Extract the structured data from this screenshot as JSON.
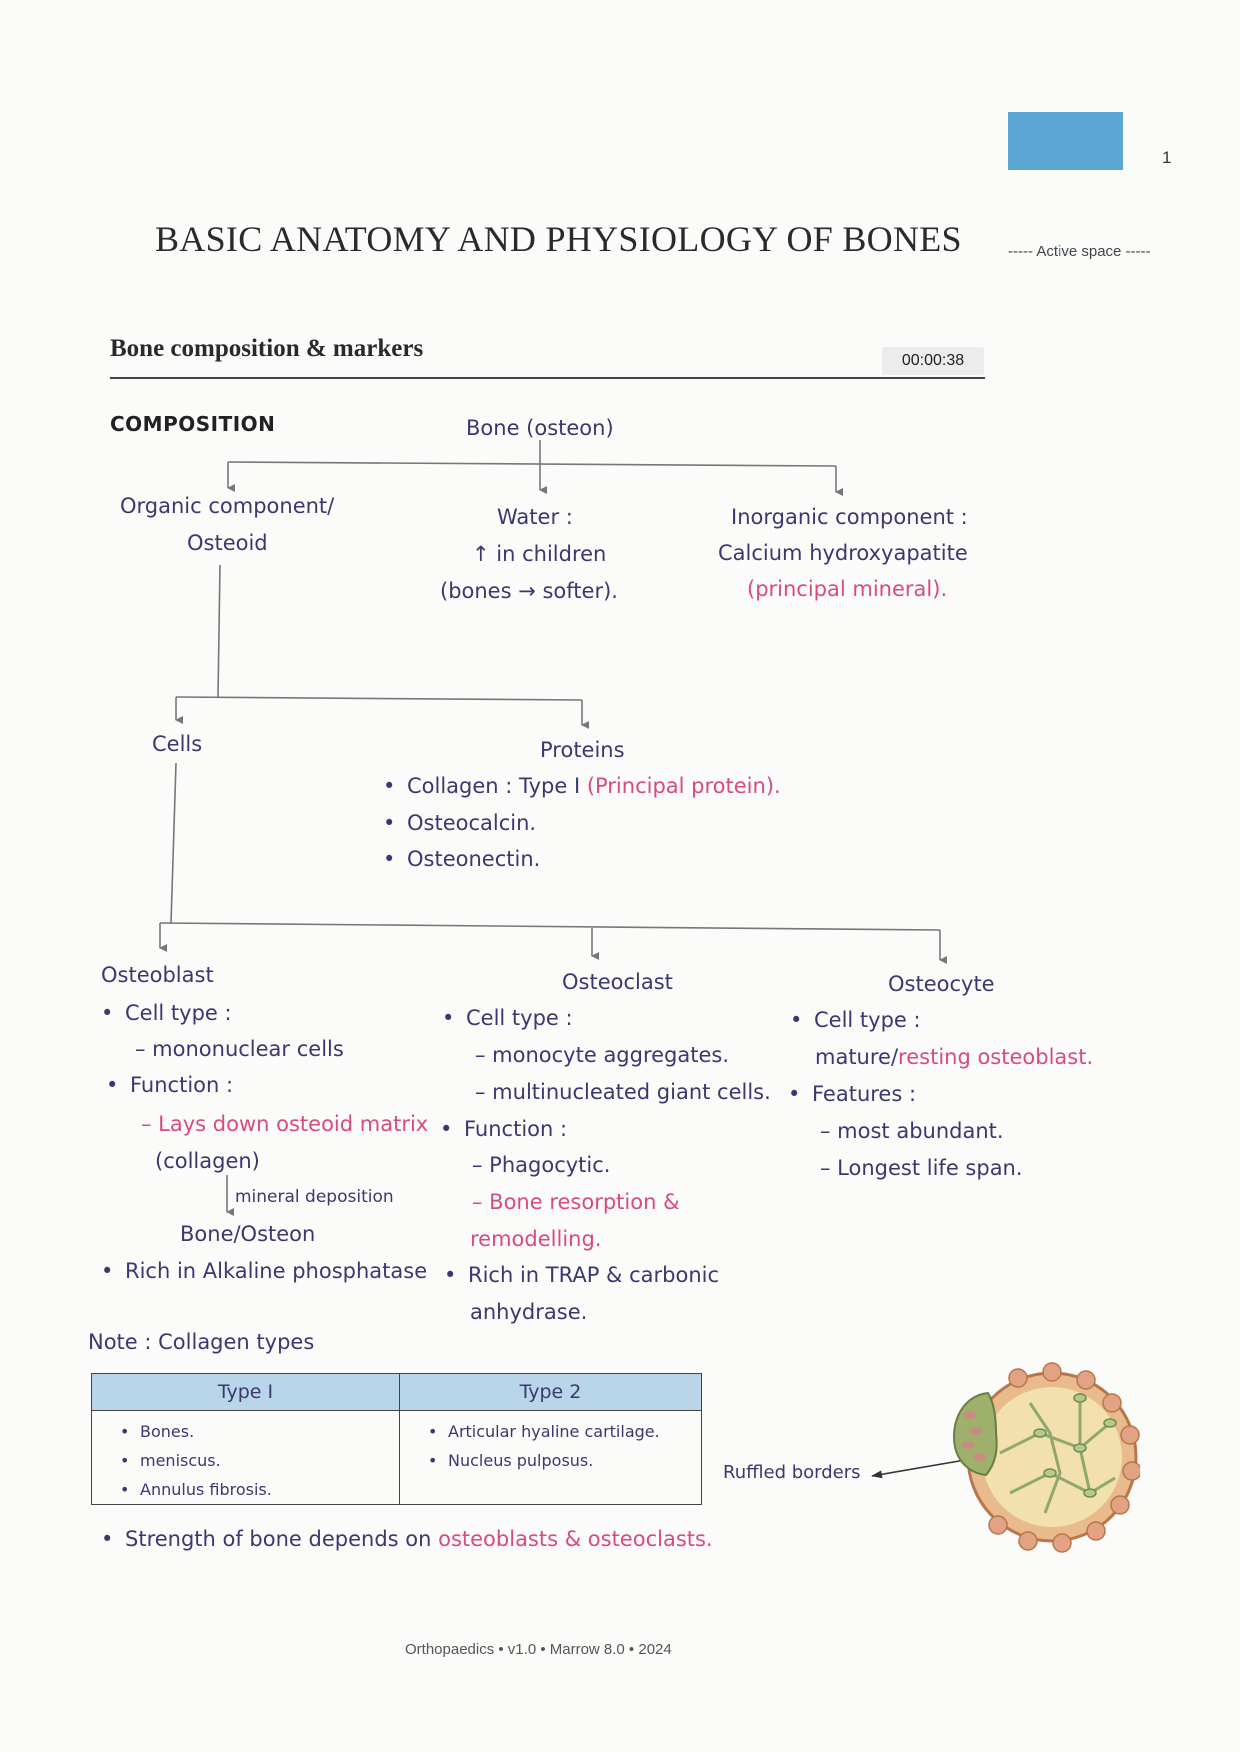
{
  "page_number": "1",
  "title": "BASIC ANATOMY AND PHYSIOLOGY OF BONES",
  "active_space": {
    "prefix": "----- Act",
    "i": "i",
    "suffix": "ve space -----"
  },
  "section": {
    "heading": "Bone composition & markers",
    "timestamp": "00:00:38"
  },
  "composition": {
    "label": "COMPOSITION",
    "root": "Bone (osteon)",
    "organic": {
      "line1": "Organic component/",
      "line2": "Osteoid"
    },
    "water": {
      "line1": "Water :",
      "line2": "↑ in children",
      "line3": "(bones → softer)."
    },
    "inorganic": {
      "line1": "Inorganic component :",
      "line2": "Calcium hydroxyapatite",
      "line3": "(principal mineral)."
    }
  },
  "cells_label": "Cells",
  "proteins": {
    "label": "Proteins",
    "items": [
      {
        "text": "Collagen : Type I ",
        "highlight": "(Principal protein)."
      },
      {
        "text": "Osteocalcin.",
        "highlight": ""
      },
      {
        "text": "Osteonectin.",
        "highlight": ""
      }
    ]
  },
  "osteoblast": {
    "title": "Osteoblast",
    "cell_type": "Cell type :",
    "cell_type_value": "– mononuclear cells",
    "function": "Function :",
    "function_value": "– Lays down osteoid matrix",
    "collagen": "(collagen)",
    "arrow_label": "mineral deposition",
    "result": "Bone/Osteon",
    "rich": "Rich in Alkaline phosphatase"
  },
  "osteoclast": {
    "title": "Osteoclast",
    "cell_type": "Cell type :",
    "cell_type_1": "– monocyte aggregates.",
    "cell_type_2": "– multinucleated giant cells.",
    "function": "Function :",
    "function_1": "– Phagocytic.",
    "function_2": "– Bone resorption &",
    "function_2b": "remodelling.",
    "rich": "Rich in TRAP & carbonic",
    "rich_b": "anhydrase."
  },
  "osteocyte": {
    "title": "Osteocyte",
    "cell_type": "Cell type :",
    "cell_type_value_a": "mature/",
    "cell_type_value_b": "resting osteoblast.",
    "features": "Features :",
    "feature_1": "– most abundant.",
    "feature_2": "– Longest life span."
  },
  "note": {
    "label": "Note : Collagen types",
    "columns": [
      "Type I",
      "Type 2"
    ],
    "type1": [
      "Bones.",
      "meniscus.",
      "Annulus fibrosis."
    ],
    "type2": [
      "Articular hyaline cartilage.",
      "Nucleus pulposus."
    ]
  },
  "illustration_label": "Ruffled borders",
  "strength": {
    "text": "Strength of bone depends on ",
    "highlight": "osteoblasts & osteoclasts."
  },
  "footer": "Orthopaedics • v1.0 • Marrow 8.0 • 2024",
  "colors": {
    "pink": "#d94b7e",
    "ink": "#3b3870",
    "tab": "#5ba7d3",
    "table_header": "#b9d5ea"
  }
}
